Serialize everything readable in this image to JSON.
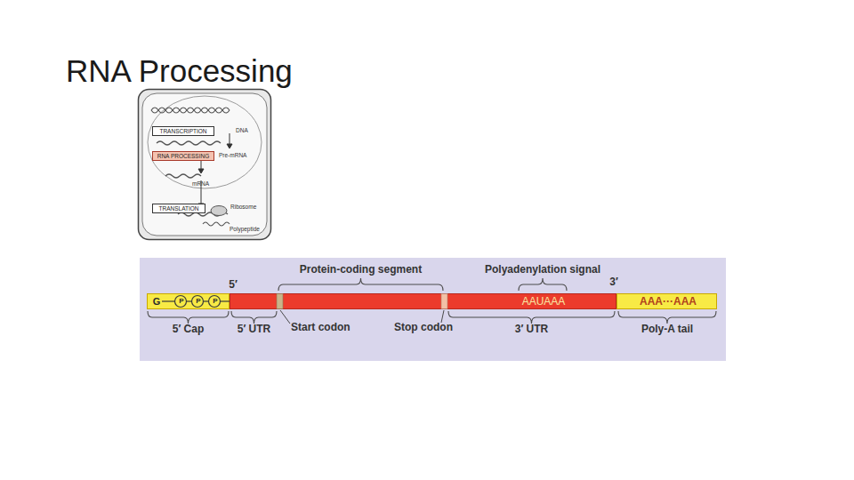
{
  "diagram": {
    "title": "RNA Processing",
    "nodes": [
      {
        "text": [
          "TRANSCRIPTION"
        ]
      },
      {
        "text": [
          "RNA PROCESSING"
        ]
      },
      {
        "text": [
          "TRANSLATION"
        ]
      },
      {
        "text": [
          "G",
          "P",
          "P",
          "P"
        ]
      },
      {
        "text": [
          "AAUAAA"
        ]
      },
      {
        "text": [
          "AAA···AAA"
        ]
      }
    ],
    "labels": [
      "DNA",
      "Pre-mRNA",
      "mRNA",
      "Ribosome",
      "Polypeptide",
      "5′",
      "Protein-coding segment",
      "Polyadenylation signal",
      "3′",
      "5′ Cap",
      "5′ UTR",
      "Start codon",
      "Stop codon",
      "3′ UTR",
      "Poly-A tail"
    ]
  }
}
